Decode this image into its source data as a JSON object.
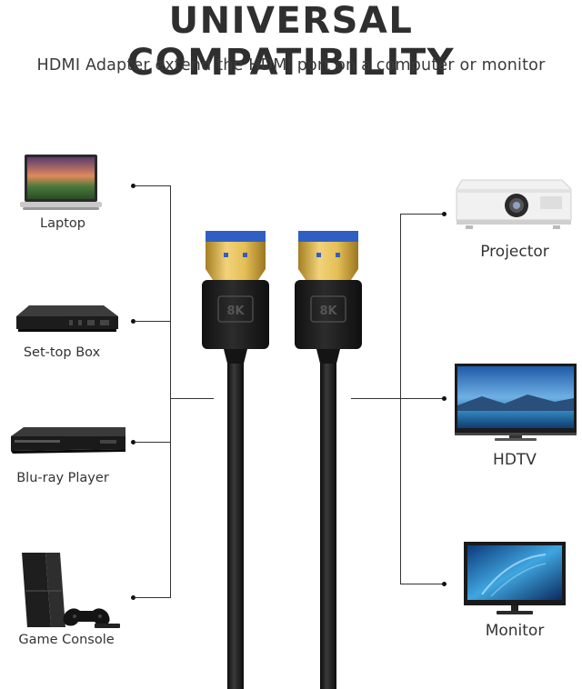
{
  "header": {
    "title": "UNIVERSAL COMPATIBILITY",
    "subtitle": "HDMI Adapter extend the HDMI port on a computer or monitor"
  },
  "sources": [
    {
      "label": "Laptop",
      "icon": "laptop-icon"
    },
    {
      "label": "Set-top Box",
      "icon": "set-top-box-icon"
    },
    {
      "label": "Blu-ray Player",
      "icon": "blu-ray-player-icon"
    },
    {
      "label": "Game Console",
      "icon": "game-console-icon"
    }
  ],
  "displays": [
    {
      "label": "Projector",
      "icon": "projector-icon"
    },
    {
      "label": "HDTV",
      "icon": "hdtv-icon"
    },
    {
      "label": "Monitor",
      "icon": "monitor-icon"
    }
  ],
  "cable": {
    "connector_badge": "8K",
    "colors": {
      "body": "#1b1b1b",
      "gold": "#d8b04a",
      "blue": "#2f5fc4"
    }
  }
}
